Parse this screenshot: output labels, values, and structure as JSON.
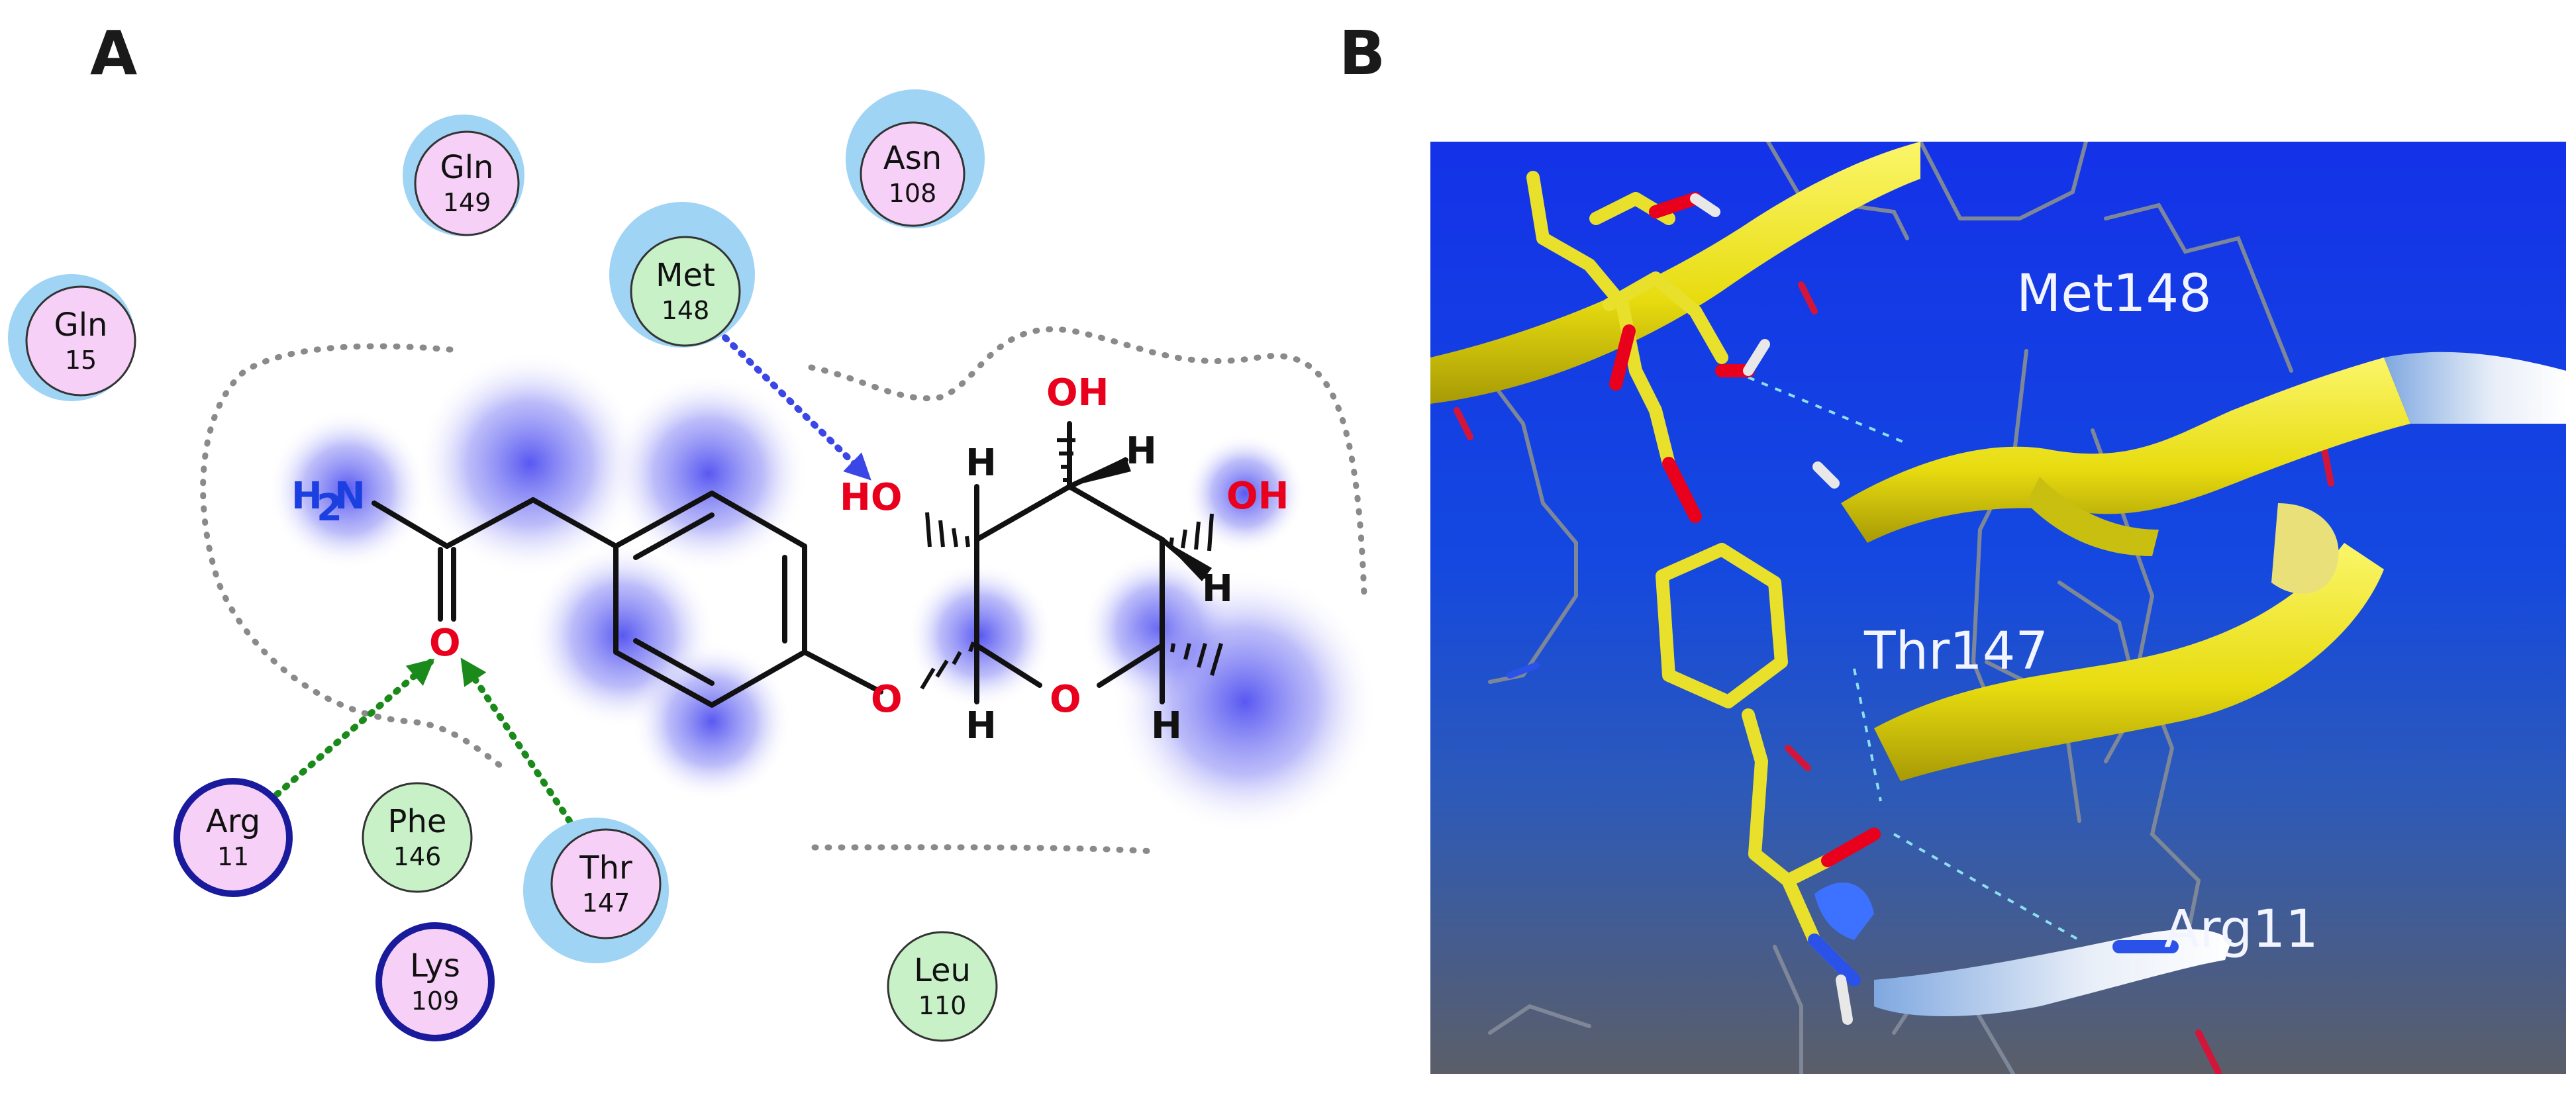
{
  "panels": {
    "a": "A",
    "b": "B"
  },
  "residues": [
    {
      "name": "Gln",
      "num": "149",
      "fill": "#f6d0f6",
      "kind": "pink"
    },
    {
      "name": "Asn",
      "num": "108",
      "fill": "#f6d0f6",
      "kind": "pink"
    },
    {
      "name": "Met",
      "num": "148",
      "fill": "#c8f1c8",
      "kind": "green"
    },
    {
      "name": "Gln",
      "num": "15",
      "fill": "#f6d0f6",
      "kind": "pink"
    },
    {
      "name": "Arg",
      "num": "11",
      "fill": "#f6d0f6",
      "kind": "pink-charged"
    },
    {
      "name": "Phe",
      "num": "146",
      "fill": "#c8f1c8",
      "kind": "green"
    },
    {
      "name": "Thr",
      "num": "147",
      "fill": "#f6d0f6",
      "kind": "pink"
    },
    {
      "name": "Lys",
      "num": "109",
      "fill": "#f6d0f6",
      "kind": "pink-charged"
    },
    {
      "name": "Leu",
      "num": "110",
      "fill": "#c8f1c8",
      "kind": "green"
    }
  ],
  "atoms": {
    "h2n_main": "H",
    "h2n_sub": "2",
    "h2n_n": "N",
    "o_carbonyl": "O",
    "o_ether": "O",
    "o_ring": "O",
    "oh_c2": "HO",
    "oh_c3": "OH",
    "oh_c4": "OH",
    "h_c1": "H",
    "h_c2": "H",
    "h_c3": "H",
    "h_c4": "H",
    "h_c5": "H"
  },
  "structure_labels": {
    "met148": "Met148",
    "thr147": "Thr147",
    "arg11": "Arg11"
  },
  "colors": {
    "hbond_green": "#1a8a1a",
    "hbond_blue": "#3b46e6",
    "oxygen": "#e8001c",
    "nitrogen": "#1c3fe0",
    "ligand_yellow": "#e8e02a",
    "solvent_halo": "#9fd4f5",
    "contact_blob": "#4f4ff0",
    "pocket_outline": "#8a8a8a"
  }
}
